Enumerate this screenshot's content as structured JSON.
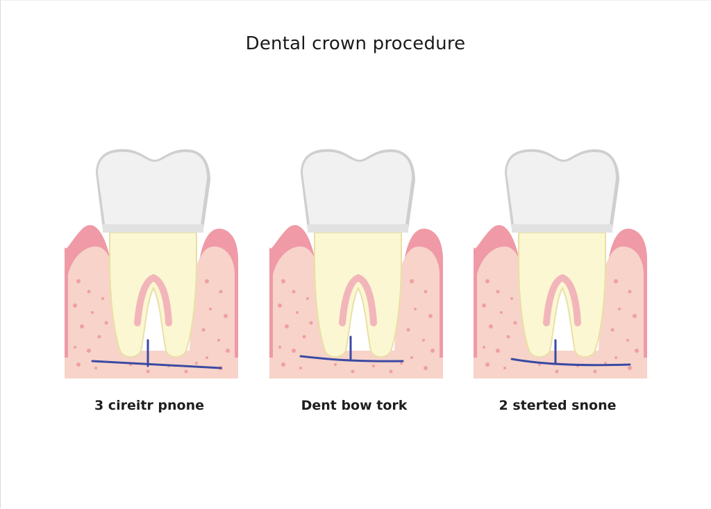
{
  "title": "Dental crown procedure",
  "panels": [
    {
      "caption": "3 cireitr pnone"
    },
    {
      "caption": "Dent bow tork"
    },
    {
      "caption": "2 sterted snone"
    }
  ],
  "colors": {
    "crown": "#f1f1f1",
    "crown_shadow": "#cfcfcf",
    "root": "#fbf7d2",
    "root_edge": "#e9e0a6",
    "gum": "#ef9aa6",
    "bone": "#f7d3c9",
    "bone_dots": "#ef9fa2",
    "nerve_line": "#3a4aa3"
  }
}
